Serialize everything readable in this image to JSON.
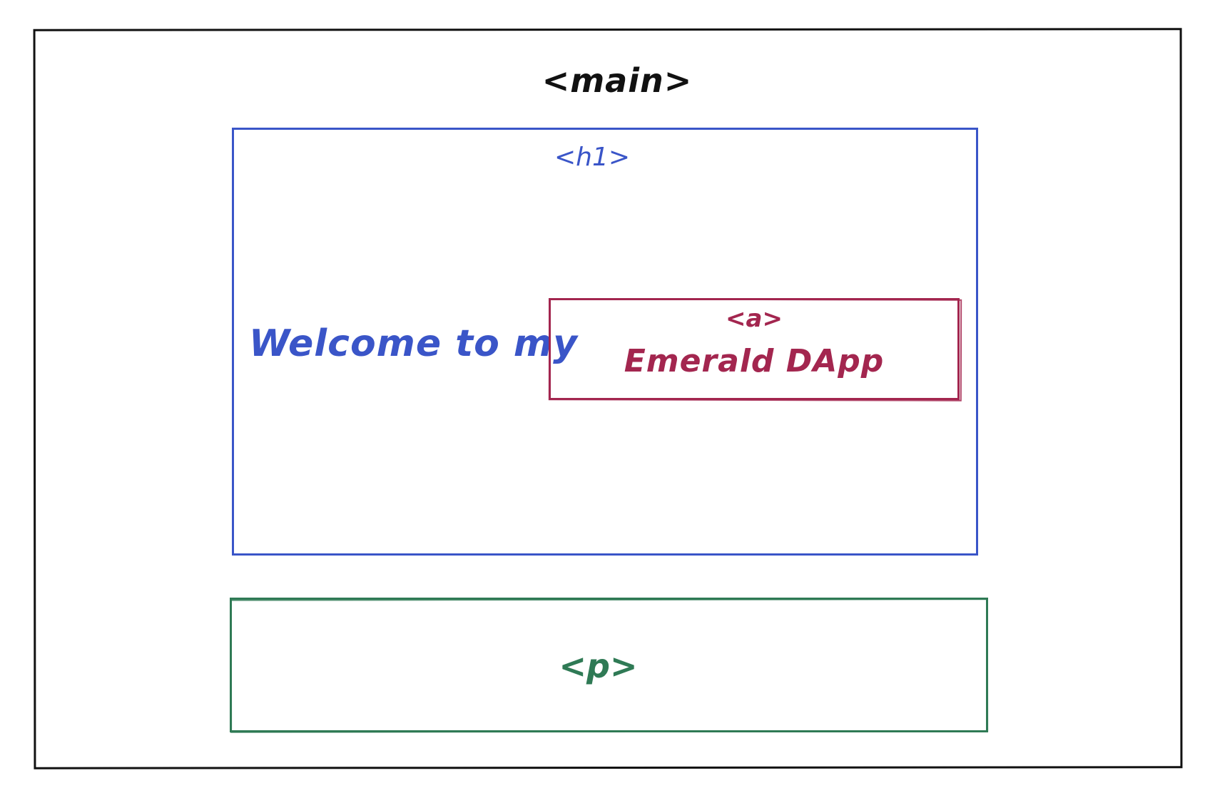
{
  "colors": {
    "main": "#111111",
    "h1": "#3a55c8",
    "a": "#a3264f",
    "p": "#2f7a55"
  },
  "labels": {
    "main_tag": "<main>",
    "h1_tag": "<h1>",
    "welcome_text": "Welcome to my",
    "a_tag": "<a>",
    "a_text": "Emerald DApp",
    "p_tag": "<p>"
  }
}
